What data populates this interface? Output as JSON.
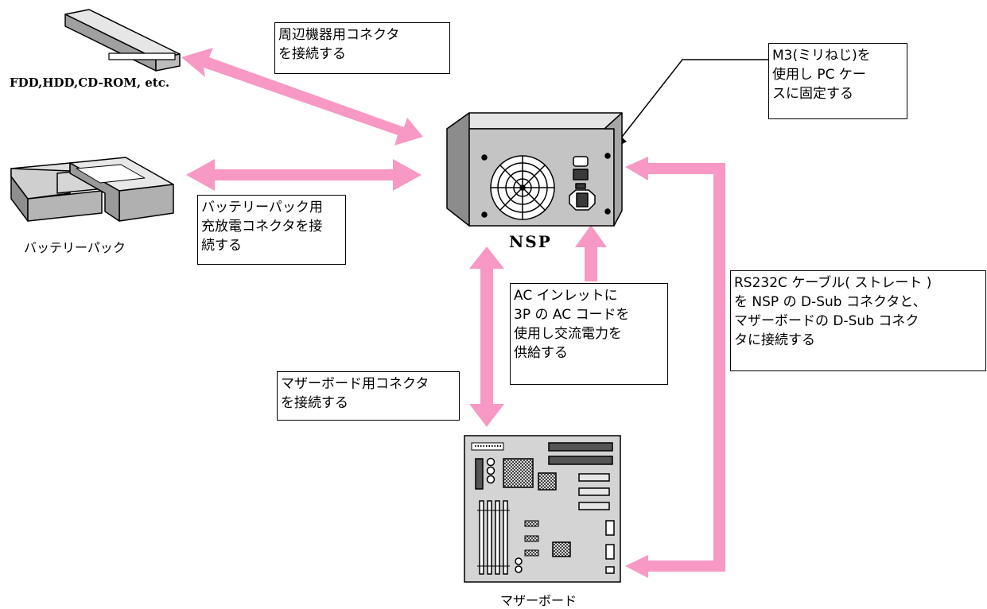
{
  "colors": {
    "arrow": "#f799c4",
    "device_fill": "#c0c0c0",
    "board_fill": "#d4d4d4"
  },
  "devices": {
    "drive_caption": "FDD,HDD,CD-ROM, etc.",
    "battery_caption": "バッテリーパック",
    "psu_caption": "NSP",
    "motherboard_caption": "マザーボード"
  },
  "callouts": {
    "peripheral": [
      "周辺機器用コネクタ",
      "を接続する"
    ],
    "battery": [
      "バッテリーパック用",
      "充放電コネクタを接",
      "続する"
    ],
    "mount": [
      "M3(ミリねじ)を",
      "使用し PC ケー",
      "スに固定する"
    ],
    "ac": [
      "AC インレットに",
      "3P の AC コードを",
      "使用し交流電力を",
      "供給する"
    ],
    "motherboard": [
      "マザーボード用コネクタ",
      "を接続する"
    ],
    "rs232c": [
      "RS232C ケーブル( ストレート )",
      "を NSP の D-Sub コネクタと、",
      "マザーボードの D-Sub コネク",
      "タに接続する"
    ]
  }
}
